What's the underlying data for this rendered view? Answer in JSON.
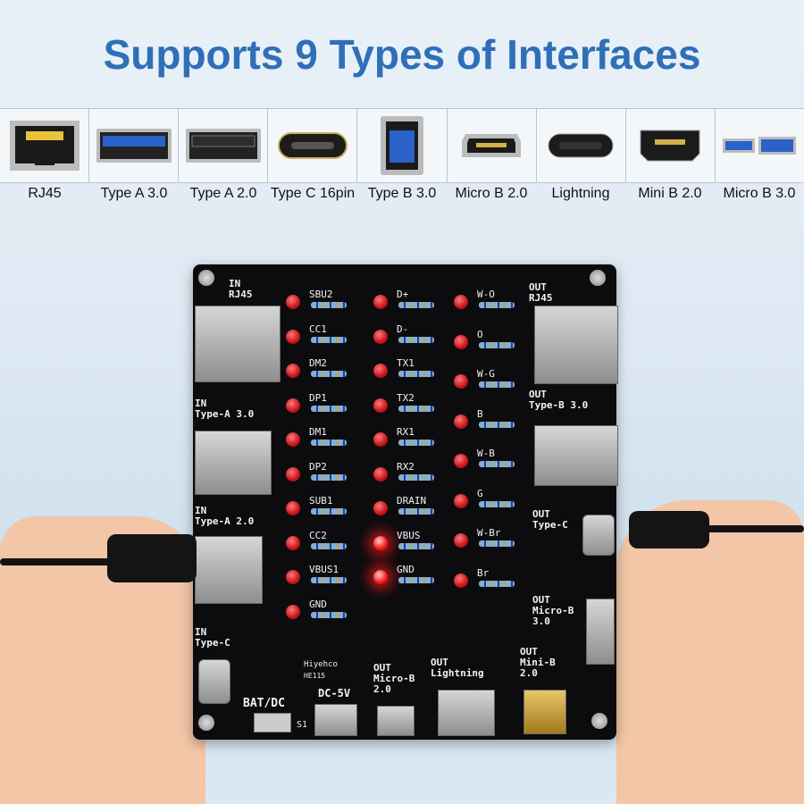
{
  "title": "Supports 9 Types of Interfaces",
  "interfaces": [
    {
      "label": "RJ45",
      "icon": "rj45-port-icon"
    },
    {
      "label": "Type A 3.0",
      "icon": "usb-type-a-3-port-icon"
    },
    {
      "label": "Type A 2.0",
      "icon": "usb-type-a-2-port-icon"
    },
    {
      "label": "Type C 16pin",
      "icon": "usb-type-c-port-icon"
    },
    {
      "label": "Type B 3.0",
      "icon": "usb-type-b-3-port-icon"
    },
    {
      "label": "Micro B 2.0",
      "icon": "micro-b-2-port-icon"
    },
    {
      "label": "Lightning",
      "icon": "lightning-port-icon"
    },
    {
      "label": "Mini B 2.0",
      "icon": "mini-b-port-icon"
    },
    {
      "label": "Micro B 3.0",
      "icon": "micro-b-3-port-icon"
    }
  ],
  "board": {
    "in_rj45": "IN\nRJ45",
    "in_type_a3": "IN\nType-A 3.0",
    "in_type_a2": "IN\nType-A 2.0",
    "in_type_c": "IN\nType-C",
    "out_rj45": "OUT\nRJ45",
    "out_type_b3": "OUT\nType-B 3.0",
    "out_type_c": "OUT\nType-C",
    "out_micro_b3": "OUT\nMicro-B\n3.0",
    "out_micro_b2": "OUT\nMicro-B\n2.0",
    "out_lightning": "OUT\nLightning",
    "out_mini_b": "OUT\nMini-B\n2.0",
    "bat_dc": "BAT/DC",
    "s1": "S1",
    "dc5v": "DC-5V",
    "brand": "Hiyehco",
    "model": "HE115",
    "col1": [
      "SBU2",
      "CC1",
      "DM2",
      "DP1",
      "DM1",
      "DP2",
      "SUB1",
      "CC2",
      "VBUS1",
      "GND"
    ],
    "col2": [
      "D+",
      "D-",
      "TX1",
      "TX2",
      "RX1",
      "RX2",
      "DRAIN",
      "VBUS",
      "GND"
    ],
    "col3": [
      "W-O",
      "O",
      "W-G",
      "B",
      "W-B",
      "G",
      "W-Br",
      "Br"
    ],
    "lit_col2": [
      "VBUS",
      "GND"
    ]
  },
  "colors": {
    "title": "#2f6fb8",
    "led": "#c8141a",
    "board": "#0c0c0e"
  }
}
